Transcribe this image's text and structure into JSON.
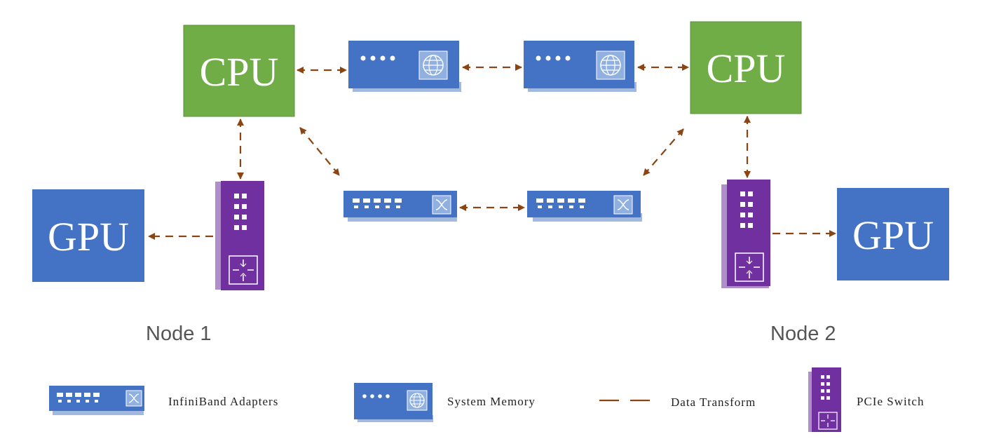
{
  "colors": {
    "cpu": "#70AD47",
    "gpu": "#4472C4",
    "device": "#4472C4",
    "pcie": "#7030A0",
    "arrow": "#8B4513"
  },
  "cpu_label": "CPU",
  "gpu_label": "GPU",
  "nodes": {
    "node1": "Node 1",
    "node2": "Node 2"
  },
  "legend": {
    "infiniband": "InfiniBand Adapters",
    "memory": "System Memory",
    "data": "Data Transform",
    "pcie": "PCIe Switch"
  }
}
